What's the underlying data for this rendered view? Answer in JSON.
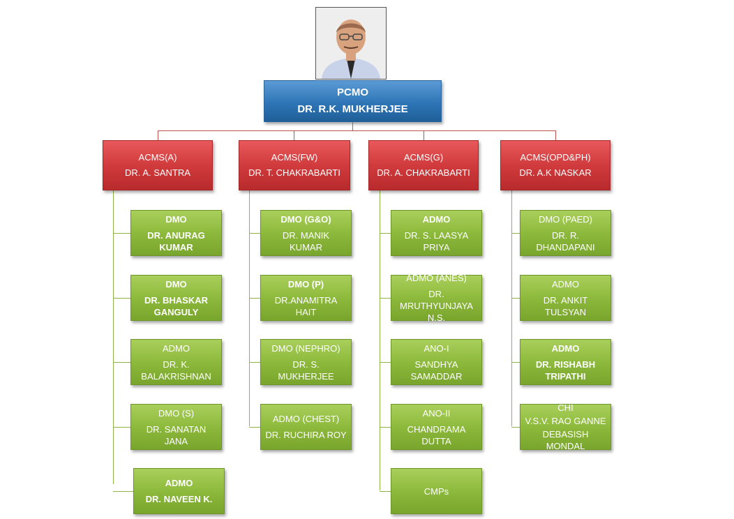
{
  "root": {
    "title": "PCMO",
    "name": "DR. R.K. MUKHERJEE"
  },
  "branches": [
    {
      "title": "ACMS(A)",
      "name": "DR. A. SANTRA",
      "items": [
        {
          "lines": [
            "DMO",
            "DR. ANURAG KUMAR"
          ],
          "bold": true
        },
        {
          "lines": [
            "DMO",
            "DR. BHASKAR GANGULY"
          ],
          "bold": true
        },
        {
          "lines": [
            "ADMO",
            "DR. K. BALAKRISHNAN"
          ],
          "bold": false
        },
        {
          "lines": [
            "DMO (S)",
            "DR. SANATAN JANA"
          ],
          "bold": false
        },
        {
          "lines": [
            "ADMO",
            "DR. NAVEEN K."
          ],
          "bold": true
        }
      ]
    },
    {
      "title": "ACMS(FW)",
      "name": "DR. T. CHAKRABARTI",
      "items": [
        {
          "lines": [
            "DMO (G&O)",
            "DR. MANIK KUMAR"
          ],
          "bold": "first"
        },
        {
          "lines": [
            "DMO (P)",
            "DR.ANAMITRA HAIT"
          ],
          "bold": "first"
        },
        {
          "lines": [
            "DMO (NEPHRO)",
            "DR. S. MUKHERJEE"
          ],
          "bold": false
        },
        {
          "lines": [
            "ADMO (CHEST)",
            "DR. RUCHIRA ROY"
          ],
          "bold": false
        }
      ]
    },
    {
      "title": "ACMS(G)",
      "name": "DR. A. CHAKRABARTI",
      "items": [
        {
          "lines": [
            "ADMO",
            "DR. S. LAASYA PRIYA"
          ],
          "bold": "first"
        },
        {
          "lines": [
            "ADMO (ANES)",
            "DR. MRUTHYUNJAYA N.S."
          ],
          "bold": false
        },
        {
          "lines": [
            "ANO-I",
            "SANDHYA SAMADDAR"
          ],
          "bold": false
        },
        {
          "lines": [
            "ANO-II",
            "CHANDRAMA DUTTA"
          ],
          "bold": false
        },
        {
          "lines": [
            "CMPs"
          ],
          "bold": false
        }
      ]
    },
    {
      "title": "ACMS(OPD&PH)",
      "name": "DR. A.K NASKAR",
      "items": [
        {
          "lines": [
            "DMO (PAED)",
            "DR. R. DHANDAPANI"
          ],
          "bold": false
        },
        {
          "lines": [
            "ADMO",
            "DR. ANKIT TULSYAN"
          ],
          "bold": false
        },
        {
          "lines": [
            "ADMO",
            "DR. RISHABH TRIPATHI"
          ],
          "bold": true
        },
        {
          "lines": [
            "CHI",
            "V.S.V. RAO GANNE",
            "DEBASISH MONDAL"
          ],
          "bold": false
        }
      ]
    }
  ]
}
